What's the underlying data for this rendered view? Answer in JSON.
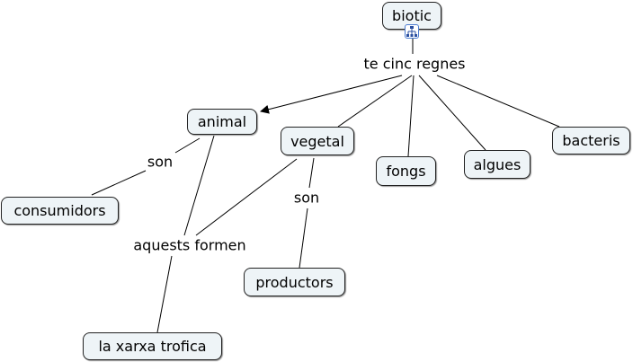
{
  "nodes": {
    "biotic": "biotic",
    "animal": "animal",
    "vegetal": "vegetal",
    "fongs": "fongs",
    "algues": "algues",
    "bacteris": "bacteris",
    "consumidors": "consumidors",
    "productors": "productors",
    "xarxa": "la xarxa trofica"
  },
  "links": {
    "regnes": "te cinc regnes",
    "son1": "son",
    "son2": "son",
    "formen": "aquests formen"
  },
  "icons": {
    "submap": "submap-icon"
  }
}
